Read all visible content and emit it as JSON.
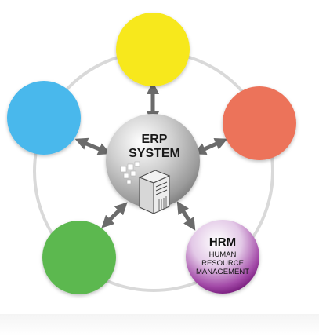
{
  "center": {
    "line1": "ERP",
    "line2": "SYSTEM"
  },
  "hrm": {
    "title": "HRM",
    "line1": "HUMAN",
    "line2": "RESOURCE",
    "line3": "MANAGEMENT"
  },
  "colors": {
    "yellow": "#f7e81e",
    "blue": "#4ab8ec",
    "orange": "#ec735a",
    "green": "#5bb84f",
    "purple": "#8a1f8e",
    "ring": "#d9d9d9",
    "arrow": "#6b6b6b"
  },
  "nodes": [
    {
      "name": "yellow-node",
      "color": "yellow"
    },
    {
      "name": "orange-node",
      "color": "orange"
    },
    {
      "name": "hrm-node",
      "color": "purple"
    },
    {
      "name": "green-node",
      "color": "green"
    },
    {
      "name": "blue-node",
      "color": "blue"
    }
  ]
}
